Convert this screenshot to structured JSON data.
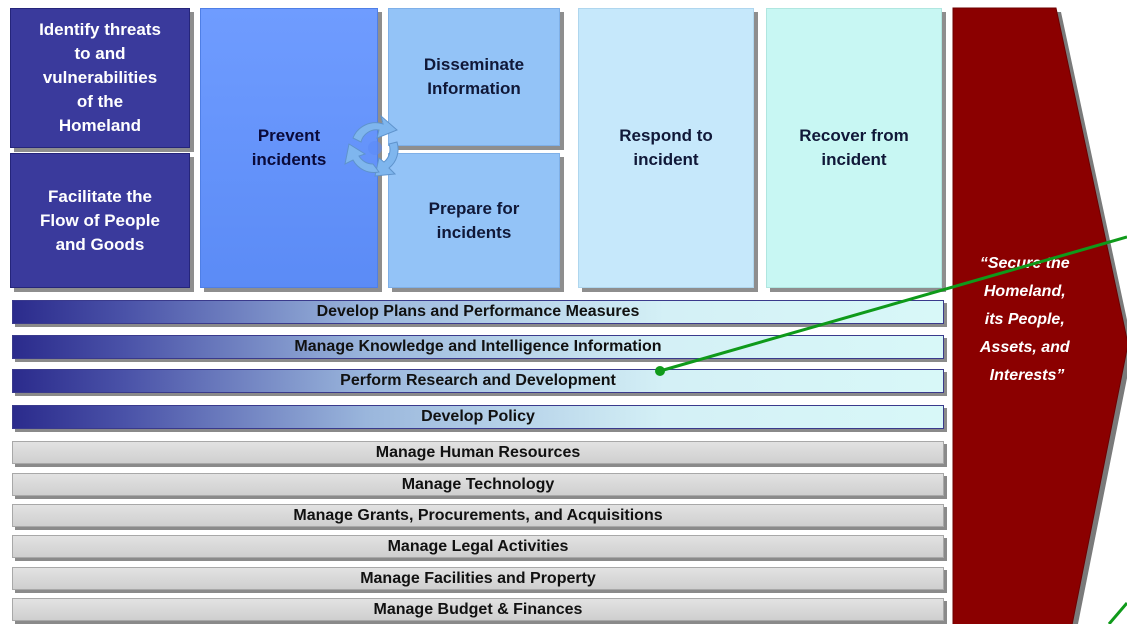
{
  "left_boxes": {
    "threats": "Identify threats\nto  and\nvulnerabilities\nof the\nHomeland",
    "flow": "Facilitate the\nFlow of People\nand Goods"
  },
  "cycle": {
    "prevent": "Prevent\nincidents",
    "disseminate": "Disseminate\nInformation",
    "prepare": "Prepare for\nincidents",
    "respond": "Respond to\nincident",
    "recover": "Recover from\nincident"
  },
  "blue_bars": [
    "Develop Plans and Performance Measures",
    "Manage Knowledge and Intelligence Information",
    "Perform Research and Development",
    "Develop Policy"
  ],
  "gray_bars": [
    "Manage Human Resources",
    "Manage Technology",
    "Manage Grants, Procurements, and Acquisitions",
    "Manage Legal Activities",
    "Manage Facilities and Property",
    "Manage Budget & Finances"
  ],
  "mission": {
    "lines": [
      "“Secure the",
      "Homeland,",
      "its People,",
      "Assets, and",
      "Interests”"
    ]
  },
  "colors": {
    "mission_red": "#8b0000",
    "pointer_green": "#0f9a1a",
    "cycle_icon": "#7fb6ee"
  },
  "icons": {
    "cycle": "circular-arrows-icon"
  }
}
